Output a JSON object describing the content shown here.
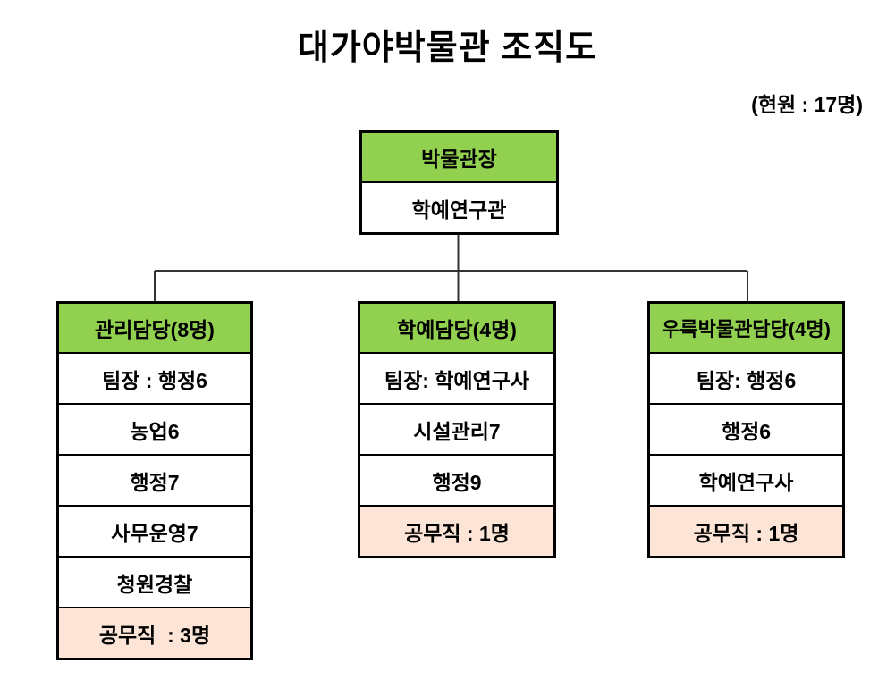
{
  "title": "대가야박물관 조직도",
  "headcount_note": "(현원 : 17명)",
  "colors": {
    "header_green": "#92D050",
    "row_peach": "#FCE4D6",
    "border": "#000000",
    "line": "#333333"
  },
  "root": {
    "title": "박물관장",
    "rows": [
      {
        "label": "학예연구관",
        "type": "white"
      }
    ]
  },
  "columns": [
    {
      "title": "관리담당(8명)",
      "rows": [
        {
          "label": "팀장 : 행정6",
          "type": "white"
        },
        {
          "label": "농업6",
          "type": "white"
        },
        {
          "label": "행정7",
          "type": "white"
        },
        {
          "label": "사무운영7",
          "type": "white"
        },
        {
          "label": "청원경찰",
          "type": "white"
        },
        {
          "label": "공무직  : 3명",
          "type": "peach"
        }
      ]
    },
    {
      "title": "학예담당(4명)",
      "rows": [
        {
          "label": "팀장: 학예연구사",
          "type": "white"
        },
        {
          "label": "시설관리7",
          "type": "white"
        },
        {
          "label": "행정9",
          "type": "white"
        },
        {
          "label": "공무직 : 1명",
          "type": "peach"
        }
      ]
    },
    {
      "title": "우륵박물관담당(4명)",
      "rows": [
        {
          "label": "팀장: 행정6",
          "type": "white"
        },
        {
          "label": "행정6",
          "type": "white"
        },
        {
          "label": "학예연구사",
          "type": "white"
        },
        {
          "label": "공무직 : 1명",
          "type": "peach"
        }
      ]
    }
  ]
}
